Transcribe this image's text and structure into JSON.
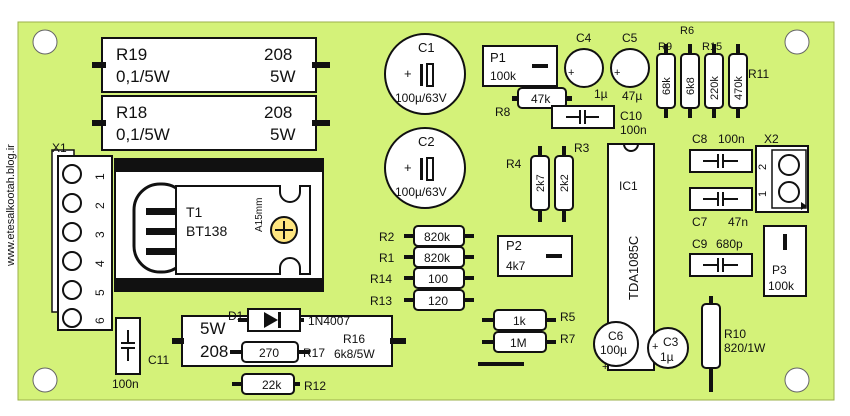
{
  "side_url": "www.etesalkootah.blog.ir",
  "colors": {
    "board": "#d4f279",
    "ink": "#111111"
  },
  "resistors_large": [
    {
      "ref": "R19",
      "value": "208",
      "rating": "0,1/5W",
      "power": "5W"
    },
    {
      "ref": "R18",
      "value": "208",
      "rating": "0,1/5W",
      "power": "5W"
    }
  ],
  "caps_electrolytic": [
    {
      "ref": "C1",
      "value": "100µ/63V"
    },
    {
      "ref": "C2",
      "value": "100µ/63V"
    }
  ],
  "pots": [
    {
      "ref": "P1",
      "value": "100k"
    },
    {
      "ref": "P2",
      "value": "4k7"
    },
    {
      "ref": "P3",
      "value": "100k"
    }
  ],
  "small_caps": [
    {
      "ref": "C4",
      "value": "1µ"
    },
    {
      "ref": "C5",
      "value": "47µ"
    },
    {
      "ref": "C6",
      "value": "100µ"
    },
    {
      "ref": "C3",
      "value": "1µ"
    }
  ],
  "film_caps": [
    {
      "ref": "C10",
      "value": "100n"
    },
    {
      "ref": "C8",
      "value": "100n"
    },
    {
      "ref": "C7",
      "value": "47n"
    },
    {
      "ref": "C9",
      "value": "680p"
    },
    {
      "ref": "C11",
      "value": "100n"
    }
  ],
  "res_vertical": [
    {
      "ref": "R9",
      "value": "68k"
    },
    {
      "ref": "R6",
      "value": "6k8"
    },
    {
      "ref": "R15",
      "value": "220k"
    },
    {
      "ref": "R11",
      "value": "470k"
    },
    {
      "ref": "R4",
      "value": "2k7"
    },
    {
      "ref": "R3",
      "value": "2k2"
    }
  ],
  "res_horizontal": [
    {
      "ref": "R8",
      "value": "47k"
    },
    {
      "ref": "R2",
      "value": "820k"
    },
    {
      "ref": "R1",
      "value": "820k"
    },
    {
      "ref": "R14",
      "value": "100"
    },
    {
      "ref": "R13",
      "value": "120"
    },
    {
      "ref": "R5",
      "value": "1k"
    },
    {
      "ref": "R7",
      "value": "1M"
    },
    {
      "ref": "R17",
      "value": "270"
    },
    {
      "ref": "R12",
      "value": "22k"
    }
  ],
  "r16": {
    "ref": "R16",
    "value": "6k8/5W",
    "power": "5W",
    "val2": "208"
  },
  "r10": {
    "ref": "R10",
    "value": "820/1W"
  },
  "diode": {
    "ref": "D1",
    "part": "1N4007"
  },
  "ic": {
    "ref": "IC1",
    "part": "TDA1085C"
  },
  "triac": {
    "ref": "T1",
    "part": "BT138",
    "heatsink": "A15mm"
  },
  "x1": {
    "ref": "X1",
    "pins": [
      "1",
      "2",
      "3",
      "4",
      "5",
      "6"
    ]
  },
  "x2": {
    "ref": "X2",
    "pins": [
      "2",
      "1"
    ]
  }
}
